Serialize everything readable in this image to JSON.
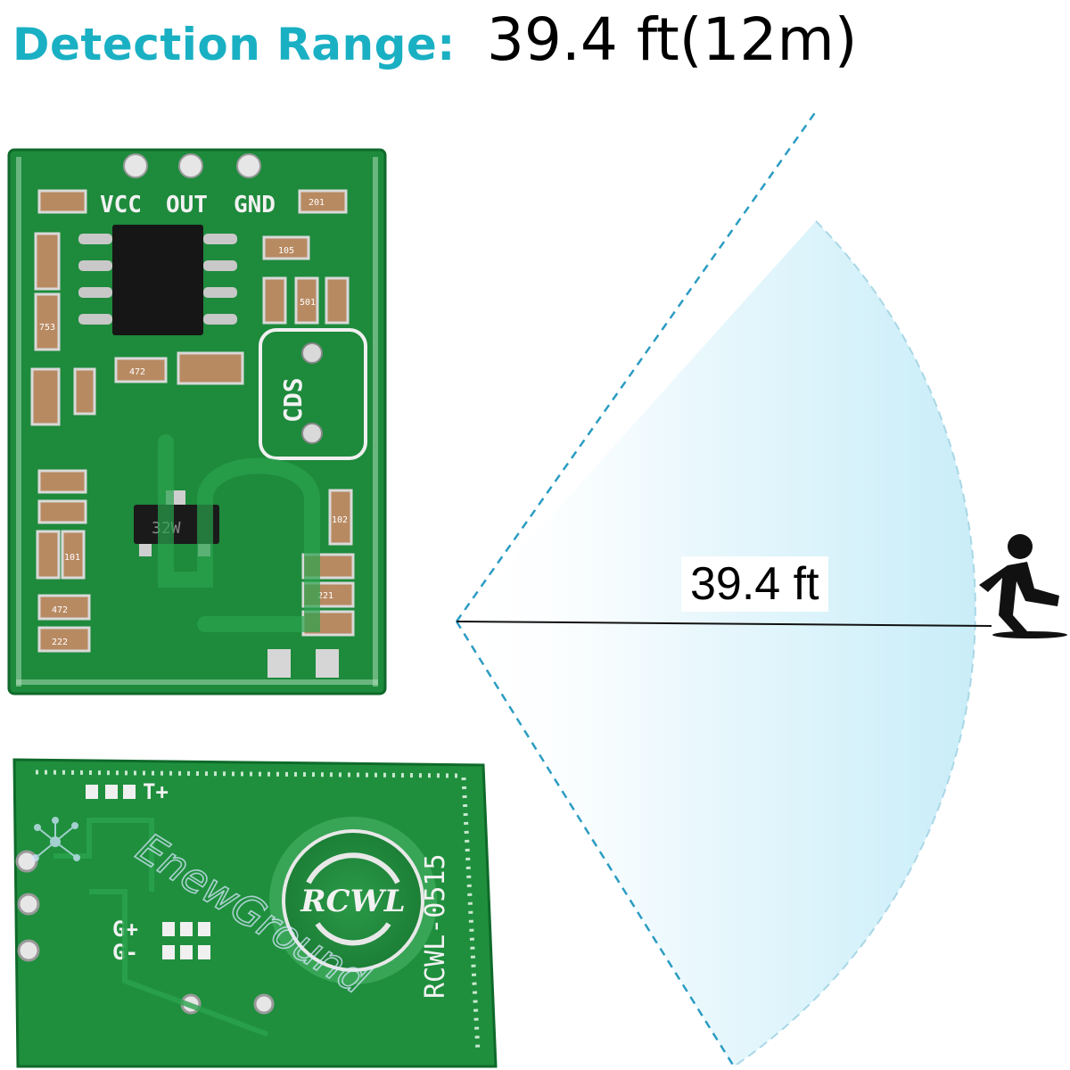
{
  "header": {
    "label": "Detection Range:",
    "value": "39.4 ft(12m)"
  },
  "range_label": "39.4 ft",
  "board_top": {
    "pins": [
      "VCC",
      "OUT",
      "GND"
    ],
    "cds_label": "CDS",
    "chip_marking": "32W",
    "smd_codes": [
      "201",
      "105",
      "501",
      "753",
      "472",
      "102",
      "101",
      "221",
      "472",
      "222"
    ]
  },
  "board_bottom": {
    "model": "RCWL-0515",
    "logo": "RCWL",
    "pads": [
      "T+",
      "G+",
      "G-"
    ]
  },
  "watermark": "EnewGround",
  "colors": {
    "accent": "#1ab0c3",
    "pcb_green": "#1e8a3c",
    "beam": "#d6f2fb"
  },
  "icons": [
    "running-person-icon"
  ]
}
